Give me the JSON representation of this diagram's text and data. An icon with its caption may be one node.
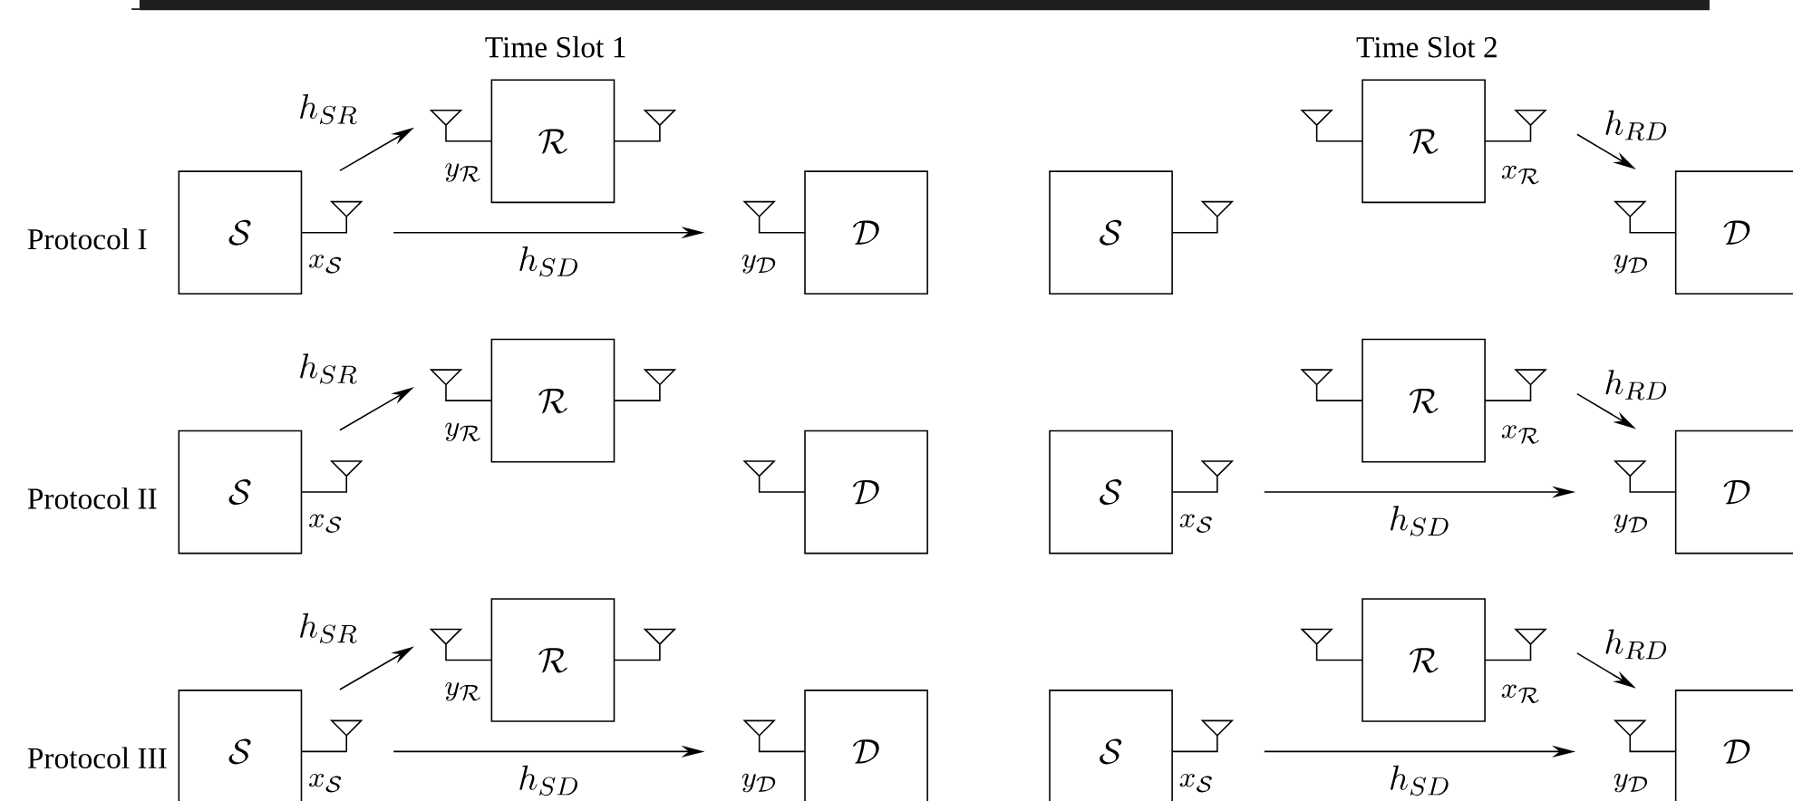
{
  "diagram": {
    "nodes": [
      {
        "text": [
          "\\mathcal{S}"
        ],
        "beside": [
          "x_{\\mathcal{S}}"
        ]
      },
      {
        "text": [
          "\\mathcal{R}"
        ],
        "beside": [
          "y_{\\mathcal{R}}"
        ]
      },
      {
        "text": [
          "\\mathcal{D}"
        ],
        "beside": [
          "y_{\\mathcal{D}}"
        ]
      },
      {
        "text": [
          "\\mathcal{S}"
        ]
      },
      {
        "text": [
          "\\mathcal{R}"
        ],
        "beside": [
          "x_{\\mathcal{R}}"
        ]
      },
      {
        "text": [
          "\\mathcal{D}"
        ],
        "beside": [
          "y_{\\mathcal{D}}"
        ]
      },
      {
        "text": [
          "\\mathcal{S}"
        ],
        "beside": [
          "x_{\\mathcal{S}}"
        ]
      },
      {
        "text": [
          "\\mathcal{R}"
        ],
        "beside": [
          "y_{\\mathcal{R}}"
        ]
      },
      {
        "text": [
          "\\mathcal{D}"
        ]
      },
      {
        "text": [
          "\\mathcal{S}"
        ],
        "beside": [
          "x_{\\mathcal{S}}"
        ]
      },
      {
        "text": [
          "\\mathcal{R}"
        ],
        "beside": [
          "x_{\\mathcal{R}}"
        ]
      },
      {
        "text": [
          "\\mathcal{D}"
        ],
        "beside": [
          "y_{\\mathcal{D}}"
        ]
      },
      {
        "text": [
          "\\mathcal{S}"
        ],
        "beside": [
          "x_{\\mathcal{S}}"
        ]
      },
      {
        "text": [
          "\\mathcal{R}"
        ],
        "beside": [
          "y_{\\mathcal{R}}"
        ]
      },
      {
        "text": [
          "\\mathcal{D}"
        ],
        "beside": [
          "y_{\\mathcal{D}}"
        ]
      },
      {
        "text": [
          "\\mathcal{S}"
        ],
        "beside": [
          "x_{\\mathcal{S}}"
        ]
      },
      {
        "text": [
          "\\mathcal{R}"
        ],
        "beside": [
          "x_{\\mathcal{R}}"
        ]
      },
      {
        "text": [
          "\\mathcal{D}"
        ],
        "beside": [
          "y_{\\mathcal{D}}"
        ]
      }
    ],
    "edges": [
      {
        "from": 0,
        "to": 1,
        "arrow": "to",
        "label": "h_{SR}"
      },
      {
        "from": 0,
        "to": 2,
        "arrow": "to",
        "label": "h_{SD}"
      },
      {
        "from": 4,
        "to": 5,
        "arrow": "to",
        "label": "h_{RD}"
      },
      {
        "from": 6,
        "to": 7,
        "arrow": "to",
        "label": "h_{SR}"
      },
      {
        "from": 9,
        "to": 11,
        "arrow": "to",
        "label": "h_{SD}"
      },
      {
        "from": 10,
        "to": 11,
        "arrow": "to",
        "label": "h_{RD}"
      },
      {
        "from": 12,
        "to": 13,
        "arrow": "to",
        "label": "h_{SR}"
      },
      {
        "from": 12,
        "to": 14,
        "arrow": "to",
        "label": "h_{SD}"
      },
      {
        "from": 15,
        "to": 17,
        "arrow": "to",
        "label": "h_{SD}"
      },
      {
        "from": 16,
        "to": 17,
        "arrow": "to",
        "label": "h_{RD}"
      }
    ],
    "labels": [
      "Time Slot 1",
      "Time Slot 2",
      "Protocol I",
      "Protocol II",
      "Protocol III"
    ]
  }
}
